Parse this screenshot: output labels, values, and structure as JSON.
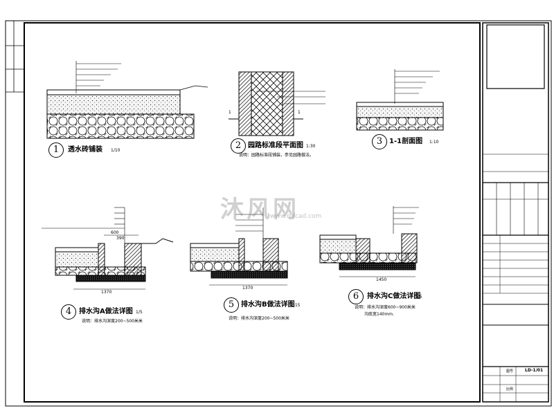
{
  "drawings": [
    {
      "number": "1",
      "title": "透水砖铺装",
      "scale": "1/10"
    },
    {
      "number": "2",
      "title": "园路标准段平面图",
      "scale": "1:30"
    },
    {
      "number": "3",
      "title": "1-1剖面图",
      "scale": "1:10"
    },
    {
      "number": "4",
      "title": "排水沟A做法详图",
      "scale": "1/5"
    },
    {
      "number": "5",
      "title": "排水沟B做法详图",
      "scale": "1:15"
    },
    {
      "number": "6",
      "title": "排水沟C做法详图",
      "scale": "1/5"
    }
  ],
  "notes": {
    "d2": "说明：园路标准段铺装，参见园路做法。",
    "d4": "说明：排水沟深度200~500米米",
    "d5": "说明：排水沟深度200~500米米",
    "d6_line1": "说明：排水沟深度600~900米米",
    "d6_line2": "沟底宽140mm."
  },
  "dimensions": {
    "d4_total": "1370",
    "d4_a": "600",
    "d4_b": "390",
    "d5_total": "1370",
    "d6_total": "1450"
  },
  "section_marks": {
    "left": "1",
    "right": "1"
  },
  "watermark": {
    "brand": "沐风网",
    "url": "www.mfcad.com"
  },
  "title_block": {
    "drawing_no": "LD-1/01",
    "sheet_label": "图号",
    "scale_label": "比例"
  }
}
